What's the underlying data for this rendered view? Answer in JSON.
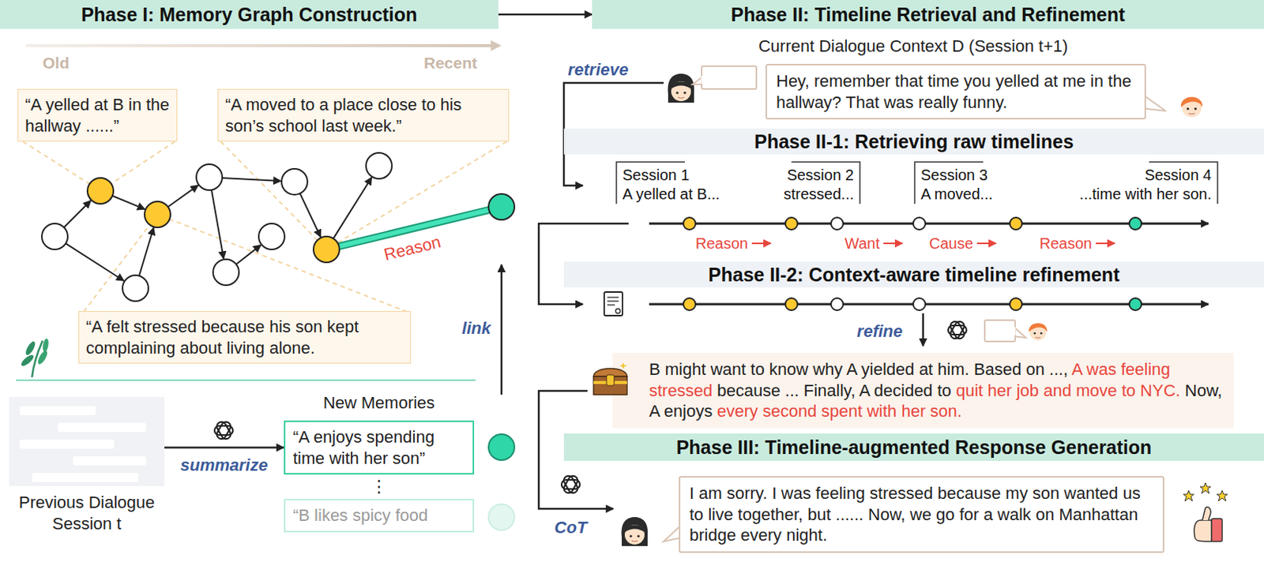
{
  "diagram": {
    "nodes": [
      {
        "text": [
          "Phase I: Memory Graph Construction"
        ]
      },
      {
        "text": [
          "Phase II: Timeline Retrieval and Refinement"
        ]
      },
      {
        "text": [
          "“A yelled at B in the hallway ......”"
        ]
      },
      {
        "text": [
          "“A moved to a place close to his son’s school last week.”"
        ]
      },
      {
        "text": [
          "“A felt stressed because his son kept complaining about living alone."
        ]
      },
      {
        "text": [
          "Previous Dialogue Session t"
        ]
      },
      {
        "text": [
          "“A enjoys spending time with her son”"
        ]
      },
      {
        "text": [
          "“B likes spicy food"
        ]
      },
      {
        "text": [
          "Hey, remember that time you yelled at me in the hallway? That was really funny."
        ]
      },
      {
        "text": [
          "Phase II-1: Retrieving raw timelines"
        ]
      },
      {
        "text": [
          "Phase II-2: Context-aware timeline refinement"
        ]
      },
      {
        "text": [
          "B might want to know why A yielded at him. Based on ...,",
          "A was feeling stressed",
          "because ... Finally, A decided to",
          "quit her job and move to NYC.",
          "Now, A enjoys",
          "every second spent with her son."
        ]
      },
      {
        "text": [
          "Phase III: Timeline-augmented Response Generation"
        ]
      },
      {
        "text": [
          "I am sorry. I was feeling stressed because my son wanted us to live together, but ...... Now, we go for a walk on Manhattan bridge every night."
        ]
      }
    ],
    "edges": [
      {
        "from": 0,
        "to": 1,
        "arrow": "to"
      },
      {
        "from": 5,
        "to": 6,
        "label": "summarize",
        "arrow": "to"
      }
    ],
    "labels": [
      "Old",
      "Recent",
      "Reason",
      "link",
      "New Memories",
      "⋮",
      "Current Dialogue Context D (Session t+1)",
      "retrieve",
      "Session 1",
      "A yelled at B...",
      "Session 2",
      "stressed...",
      "Session 3",
      "A moved...",
      "Session 4",
      "...time with her son.",
      "Reason",
      "Want",
      "Cause",
      "Reason",
      "refine",
      "CoT"
    ]
  }
}
